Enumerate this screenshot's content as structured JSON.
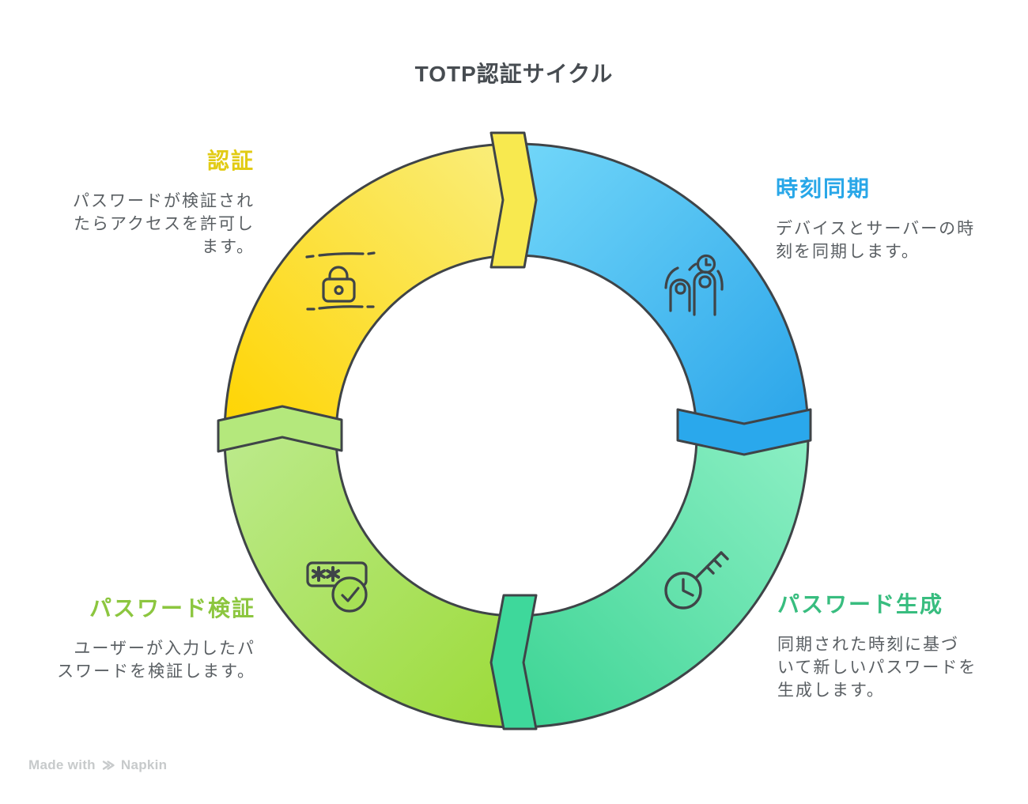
{
  "title": "TOTP認証サイクル",
  "outline_color": "#3f4448",
  "icon_stroke_color": "#3f4448",
  "steps": [
    {
      "id": "time-sync",
      "label": "時刻同期",
      "description_lines": [
        "デバイスとサーバーの時",
        "刻を同期します。"
      ],
      "accent_color": "#29a7e8",
      "icon": "fingerprint-clock-icon",
      "segment_gradient": [
        "#72d7f9",
        "#2aa4e9"
      ],
      "chevron_color": "#2aa8ec",
      "position": "top-right"
    },
    {
      "id": "password-generation",
      "label": "パスワード生成",
      "description_lines": [
        "同期された時刻に基づ",
        "いて新しいパスワードを",
        "生成します。"
      ],
      "accent_color": "#38bd7f",
      "icon": "key-clock-icon",
      "segment_gradient": [
        "#8cefc4",
        "#3cd494"
      ],
      "chevron_color": "#3ed89b",
      "position": "bottom-right"
    },
    {
      "id": "password-verification",
      "label": "パスワード検証",
      "description_lines": [
        "ユーザーが入力したパ",
        "スワードを検証します。"
      ],
      "accent_color": "#8cc63f",
      "icon": "password-check-icon",
      "segment_gradient": [
        "#bcea8c",
        "#9cdb38"
      ],
      "chevron_color": "#b4e87c",
      "position": "bottom-left"
    },
    {
      "id": "authentication",
      "label": "認証",
      "description_lines": [
        "パスワードが検証され",
        "たらアクセスを許可し",
        "ます。"
      ],
      "accent_color": "#e2cb14",
      "icon": "lock-icon",
      "segment_gradient": [
        "#f9ee7d",
        "#ffd401"
      ],
      "chevron_color": "#f8e94f",
      "position": "top-left"
    }
  ],
  "watermark": {
    "prefix": "Made with",
    "brand": "Napkin"
  }
}
